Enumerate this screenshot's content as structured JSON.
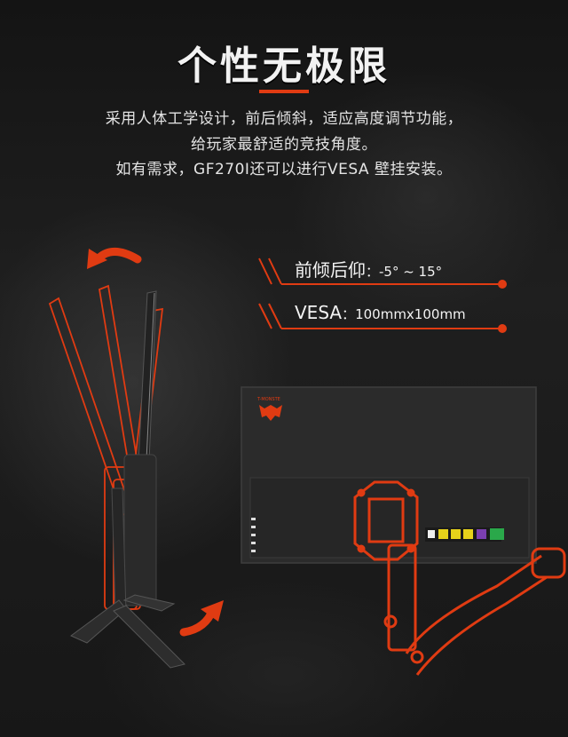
{
  "heading": {
    "title": "个性无极限"
  },
  "description": {
    "line1": "采用人体工学设计，前后倾斜，适应高度调节功能，",
    "line2": "给玩家最舒适的竞技角度。",
    "line3": "如有需求，GF270I还可以进行VESA 壁挂安装。"
  },
  "specs": {
    "tilt_label": "前倾后仰",
    "tilt_value": "：-5° ~ 15°",
    "vesa_label": "VESA",
    "vesa_value": "：100mmx100mm"
  },
  "monitor": {
    "brand_logo_text": "T-MONSTE"
  },
  "colors": {
    "accent": "#e03b12",
    "background": "#1b1b1b",
    "text": "#e8e8e8"
  }
}
